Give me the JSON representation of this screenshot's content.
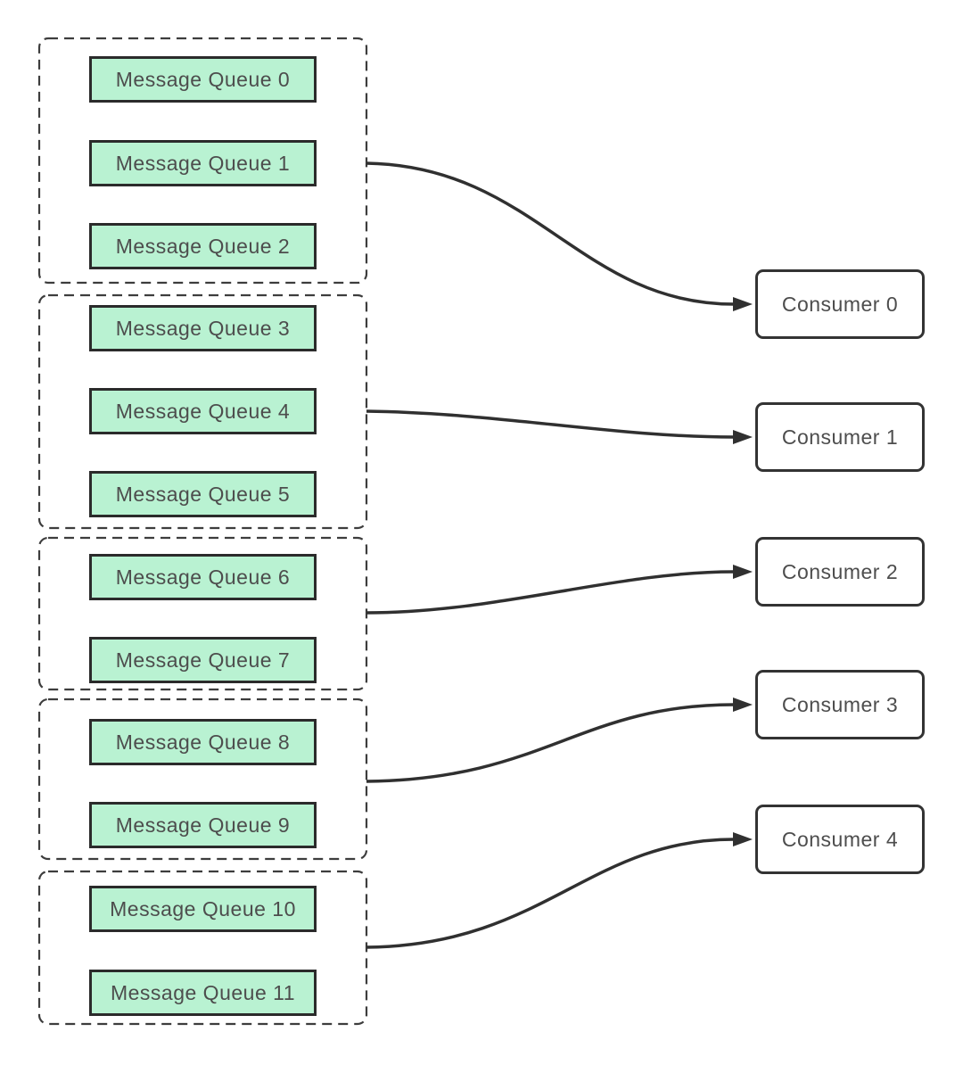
{
  "groups": [
    {
      "queues": [
        {
          "label": "Message Queue 0"
        },
        {
          "label": "Message Queue 1"
        },
        {
          "label": "Message Queue 2"
        }
      ]
    },
    {
      "queues": [
        {
          "label": "Message Queue 3"
        },
        {
          "label": "Message Queue 4"
        },
        {
          "label": "Message Queue 5"
        }
      ]
    },
    {
      "queues": [
        {
          "label": "Message Queue 6"
        },
        {
          "label": "Message Queue 7"
        }
      ]
    },
    {
      "queues": [
        {
          "label": "Message Queue 8"
        },
        {
          "label": "Message Queue 9"
        }
      ]
    },
    {
      "queues": [
        {
          "label": "Message Queue 10"
        },
        {
          "label": "Message Queue 11"
        }
      ]
    }
  ],
  "consumers": [
    {
      "label": "Consumer 0"
    },
    {
      "label": "Consumer 1"
    },
    {
      "label": "Consumer 2"
    },
    {
      "label": "Consumer 3"
    },
    {
      "label": "Consumer 4"
    }
  ],
  "colors": {
    "background": "#ffffff",
    "queue_fill": "#b9f2d2",
    "queue_border": "#2b2b2b",
    "consumer_border": "#333333",
    "group_dashed_border": "#3d3d3d",
    "arrow": "#303030",
    "label_text": "#4d4d4d"
  }
}
